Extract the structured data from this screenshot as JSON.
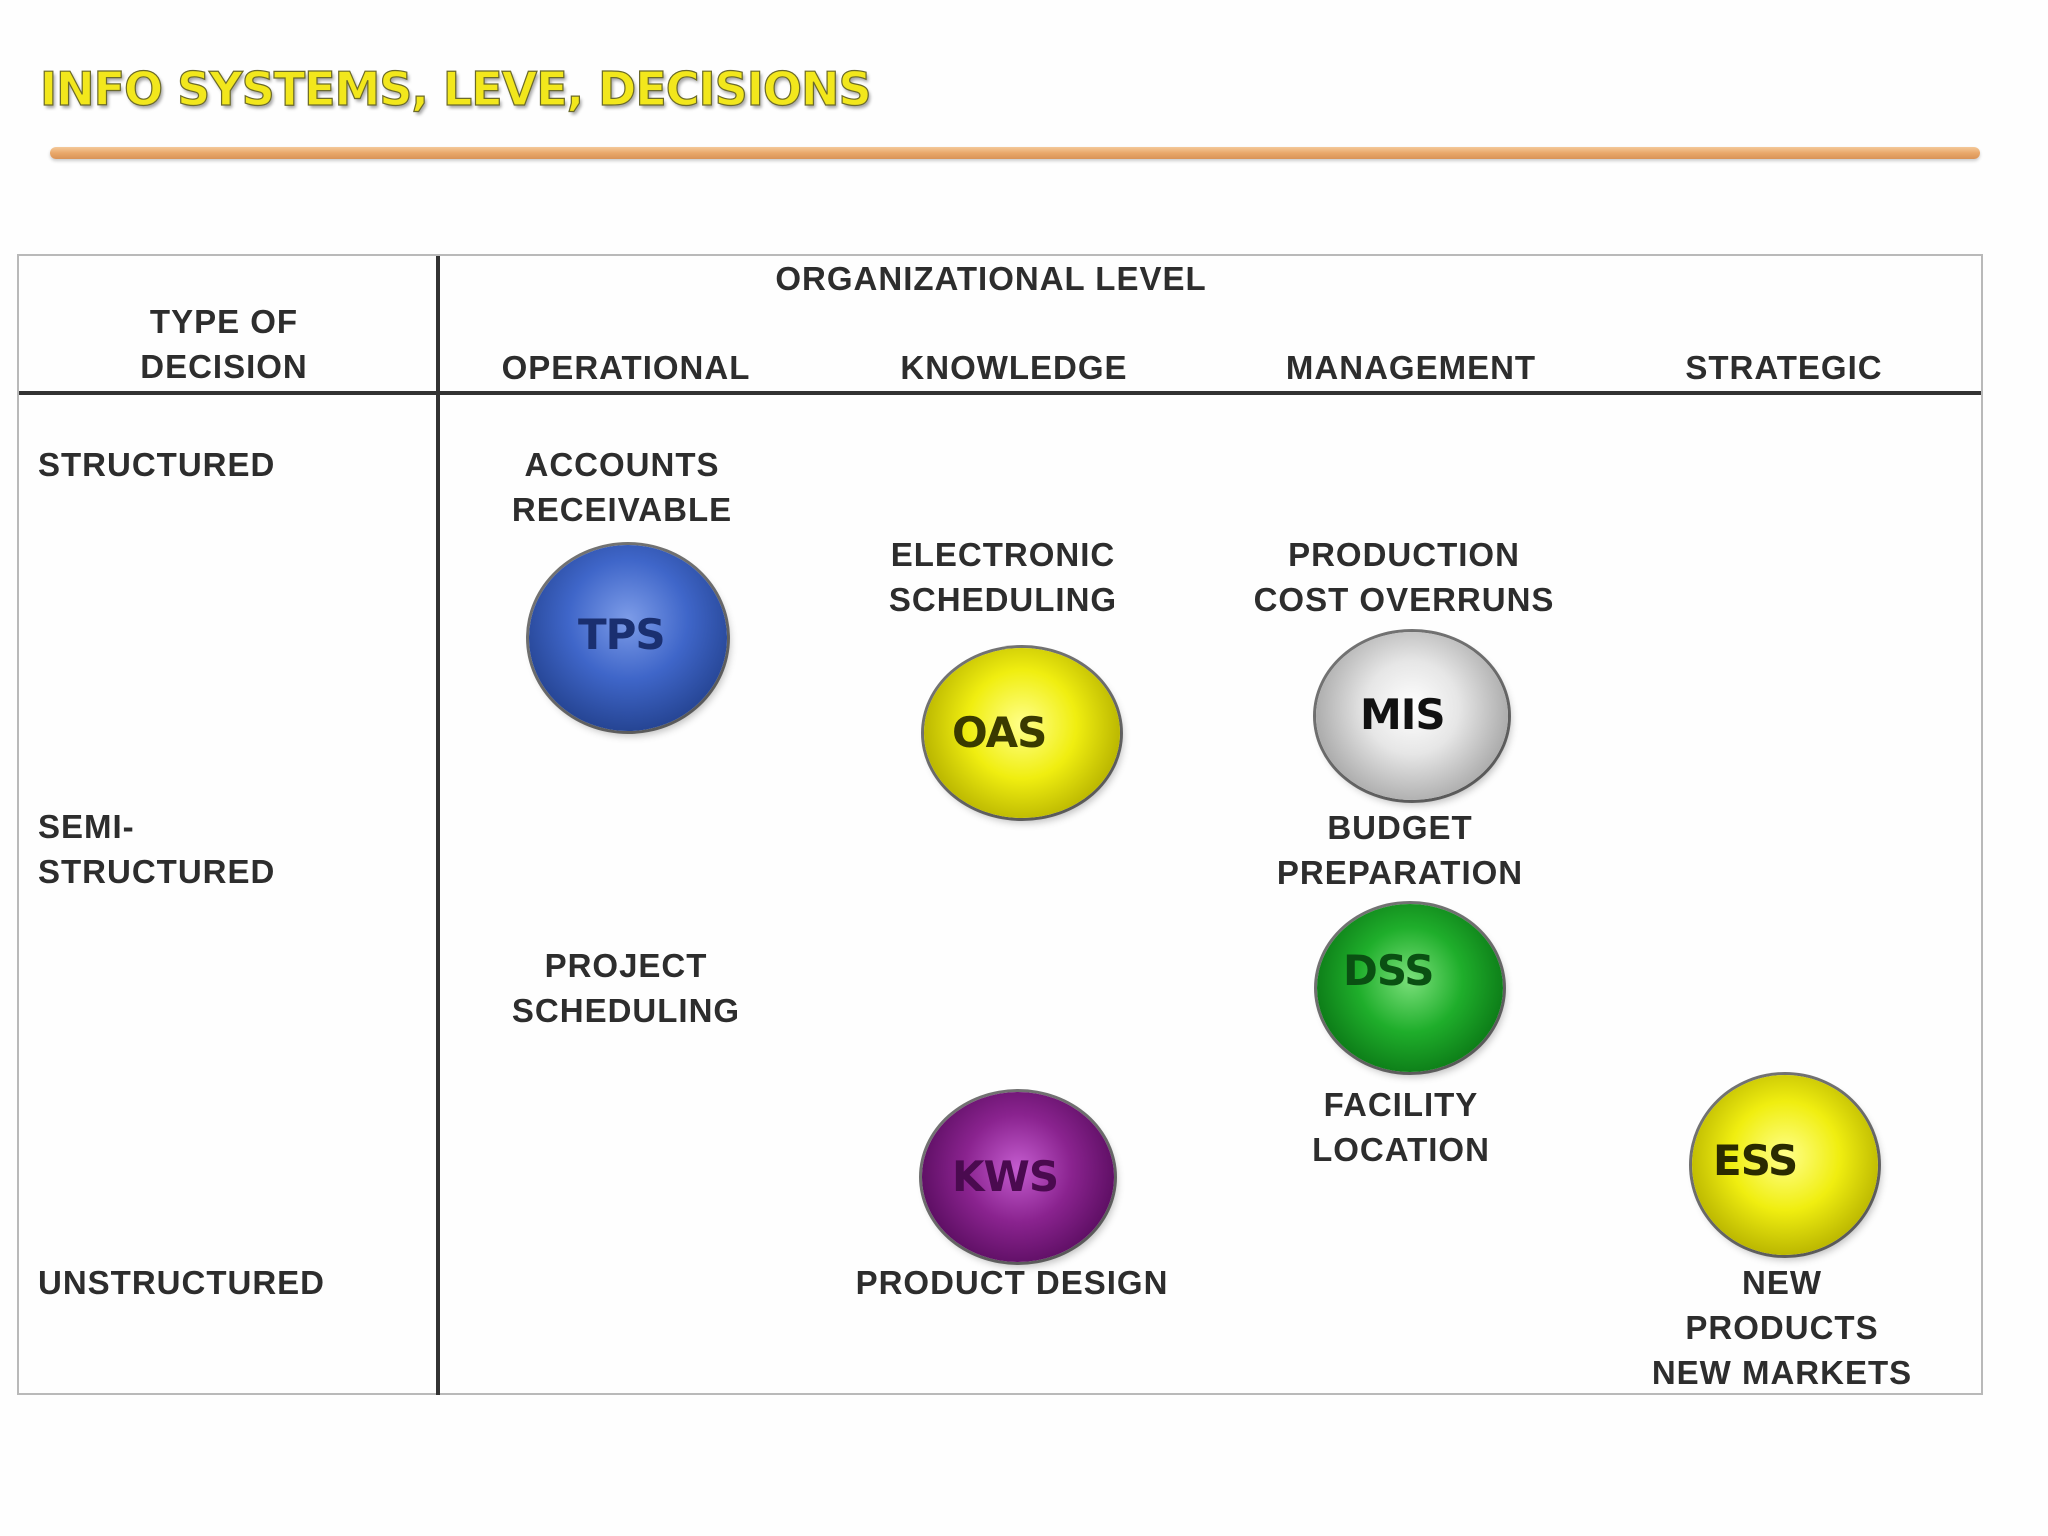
{
  "title": "INFO SYSTEMS, LEVE, DECISIONS",
  "header": {
    "type_of_decision": "TYPE OF\nDECISION",
    "organizational_level": "ORGANIZATIONAL LEVEL",
    "levels": [
      "OPERATIONAL",
      "KNOWLEDGE",
      "MANAGEMENT",
      "STRATEGIC"
    ]
  },
  "rows": [
    "STRUCTURED",
    "SEMI-\nSTRUCTURED",
    "UNSTRUCTURED"
  ],
  "examples": {
    "accounts_receivable": "ACCOUNTS\nRECEIVABLE",
    "electronic_scheduling": "ELECTRONIC\nSCHEDULING",
    "production_cost_overruns": "PRODUCTION\nCOST OVERRUNS",
    "budget_preparation": "BUDGET\nPREPARATION",
    "project_scheduling": "PROJECT\nSCHEDULING",
    "facility_location": "FACILITY\nLOCATION",
    "product_design": "PRODUCT DESIGN",
    "new_products_markets": "NEW PRODUCTS\nNEW MARKETS"
  },
  "systems": {
    "tps": {
      "label": "TPS",
      "color": "#3f66c9",
      "text_color": "#1a2f70"
    },
    "oas": {
      "label": "OAS",
      "color": "#f0ee10",
      "text_color": "#3a3a00"
    },
    "mis": {
      "label": "MIS",
      "color": "#c0c0c0",
      "text_color": "#111111"
    },
    "dss": {
      "label": "DSS",
      "color": "#1fae2b",
      "text_color": "#0a5012"
    },
    "kws": {
      "label": "KWS",
      "color": "#8a238f",
      "text_color": "#4a0a4f"
    },
    "ess": {
      "label": "ESS",
      "color": "#f0ee10",
      "text_color": "#2a2a00"
    }
  },
  "colors": {
    "title_fill": "#f2e71c",
    "title_rule": "#e9a86a",
    "grid_line": "#333333"
  }
}
